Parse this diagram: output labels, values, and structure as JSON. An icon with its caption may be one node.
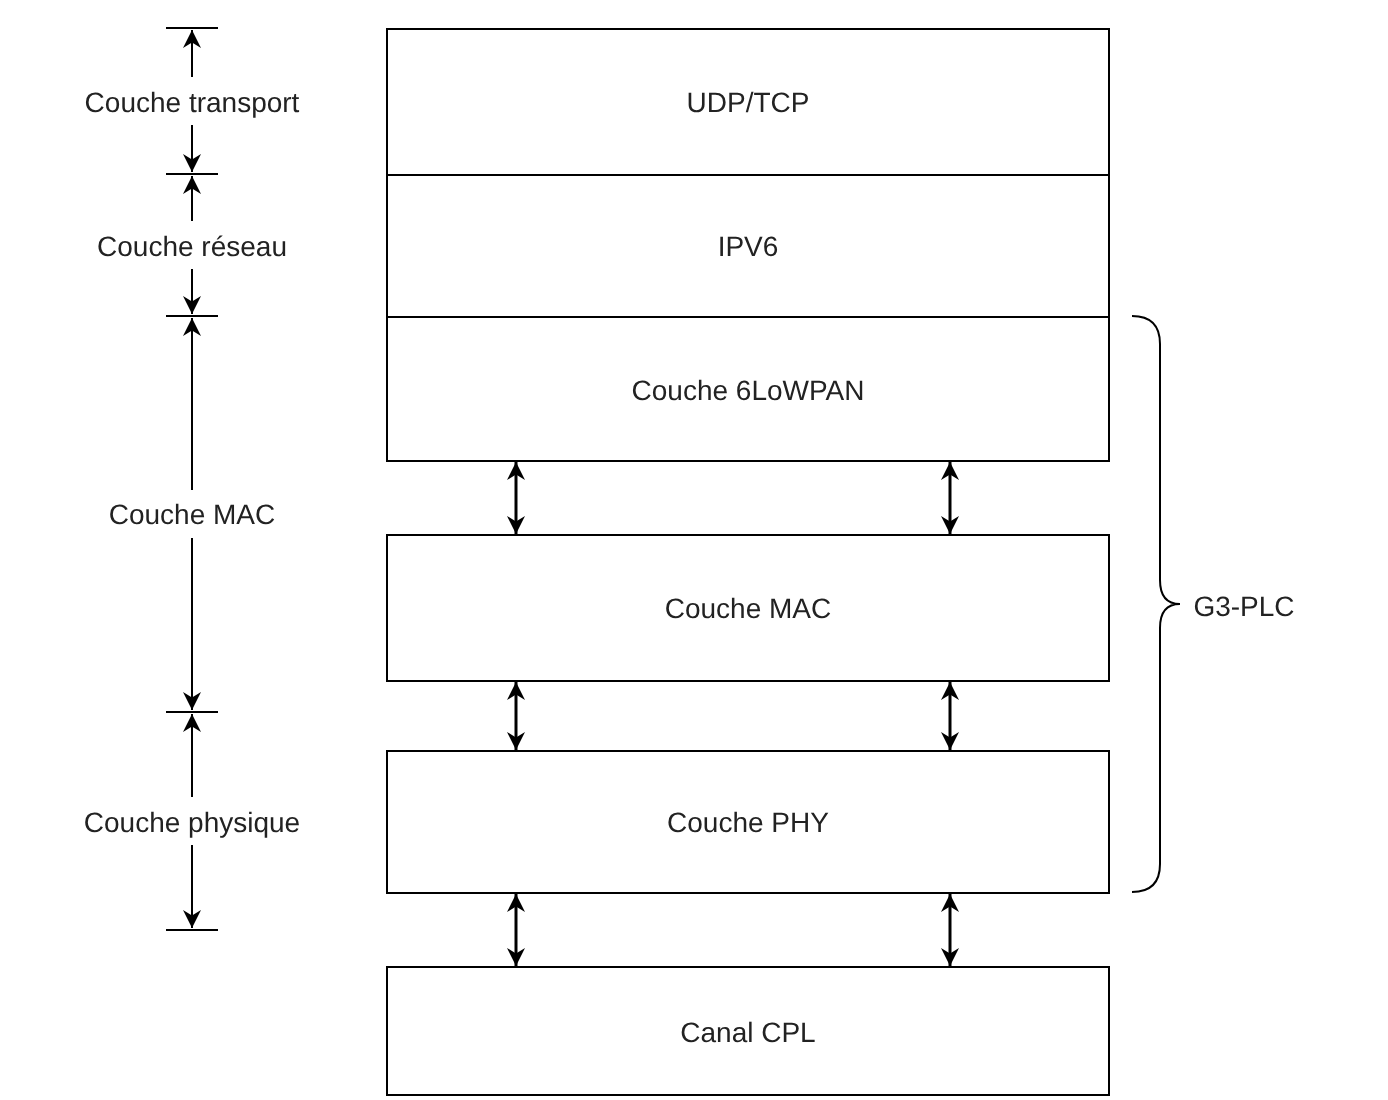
{
  "diagram": {
    "nodes": [
      {
        "text": [
          "UDP/TCP"
        ]
      },
      {
        "text": [
          "IPV6"
        ]
      },
      {
        "text": [
          "Couche 6LoWPAN"
        ]
      },
      {
        "text": [
          "Couche MAC"
        ]
      },
      {
        "text": [
          "Couche PHY"
        ]
      },
      {
        "text": [
          "Canal CPL"
        ]
      }
    ],
    "edges": [
      {
        "from": 2,
        "to": 3,
        "arrow": "both"
      },
      {
        "from": 2,
        "to": 3,
        "arrow": "both"
      },
      {
        "from": 3,
        "to": 4,
        "arrow": "both"
      },
      {
        "from": 3,
        "to": 4,
        "arrow": "both"
      },
      {
        "from": 4,
        "to": 5,
        "arrow": "both"
      },
      {
        "from": 4,
        "to": 5,
        "arrow": "both"
      }
    ],
    "labels": [
      "Couche transport",
      "Couche réseau",
      "Couche MAC",
      "Couche physique",
      "G3-PLC"
    ]
  }
}
